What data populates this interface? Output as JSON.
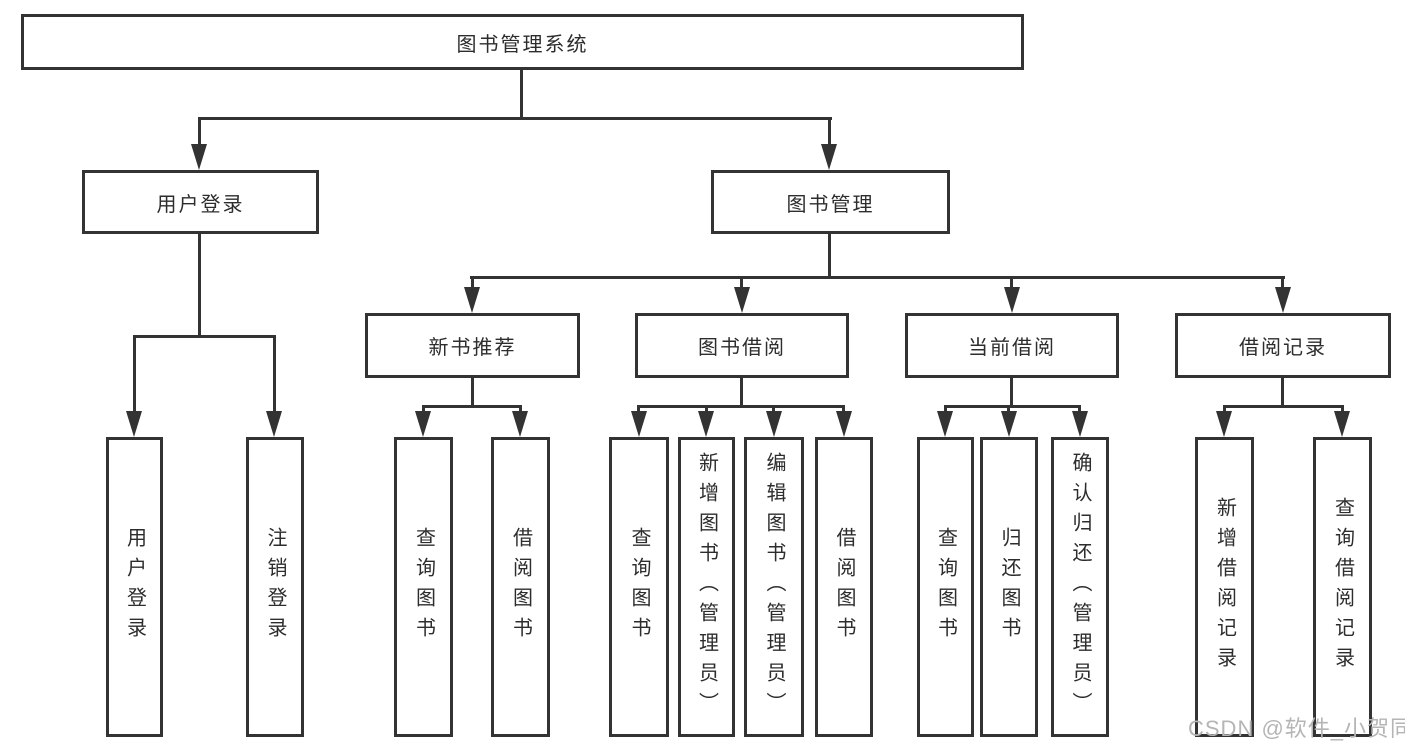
{
  "tree": {
    "label": "图书管理系统",
    "children": [
      {
        "label": "用户登录",
        "children": [
          {
            "label": "用户登录"
          },
          {
            "label": "注销登录"
          }
        ]
      },
      {
        "label": "图书管理",
        "children": [
          {
            "label": "新书推荐",
            "children": [
              {
                "label": "查询图书"
              },
              {
                "label": "借阅图书"
              }
            ]
          },
          {
            "label": "图书借阅",
            "children": [
              {
                "label": "查询图书"
              },
              {
                "label": "新增图书（管理员）"
              },
              {
                "label": "编辑图书（管理员）"
              },
              {
                "label": "借阅图书"
              }
            ]
          },
          {
            "label": "当前借阅",
            "children": [
              {
                "label": "查询图书"
              },
              {
                "label": "归还图书"
              },
              {
                "label": "确认归还（管理员）"
              }
            ]
          },
          {
            "label": "借阅记录",
            "children": [
              {
                "label": "新增借阅记录"
              },
              {
                "label": "查询借阅记录"
              }
            ]
          }
        ]
      }
    ]
  },
  "watermark": {
    "text": "CSDN @软件_小贺同学"
  },
  "colors": {
    "line": "#333333",
    "text": "#2d2d2d",
    "background": "#ffffff",
    "watermark": "#b5b5b5"
  }
}
